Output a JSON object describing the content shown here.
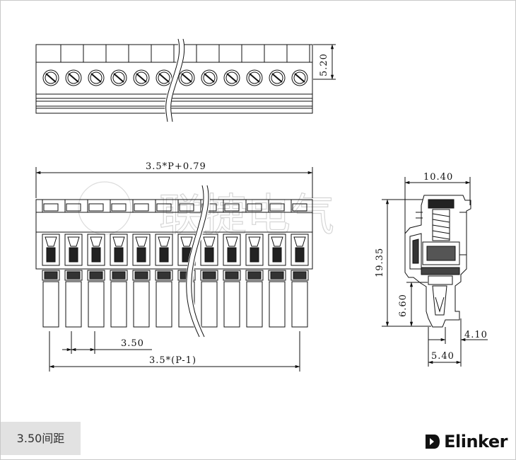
{
  "dimensions": {
    "top_height": "5.20",
    "overall_length": "3.5*P+0.79",
    "side_width": "10.40",
    "side_height": "19.35",
    "side_lower": "6.60",
    "side_right_small": "4.10",
    "side_bottom": "5.40",
    "pitch": "3.50",
    "pin_span": "3.5*(P-1)"
  },
  "watermark": "联捷电气",
  "pitch_label": "3.50间距",
  "brand": {
    "name": "Elinker",
    "mark": "logo-mark"
  },
  "colors": {
    "line": "#111111",
    "badge_bg": "#e2e2e2",
    "watermark": "#d6d6d6"
  }
}
